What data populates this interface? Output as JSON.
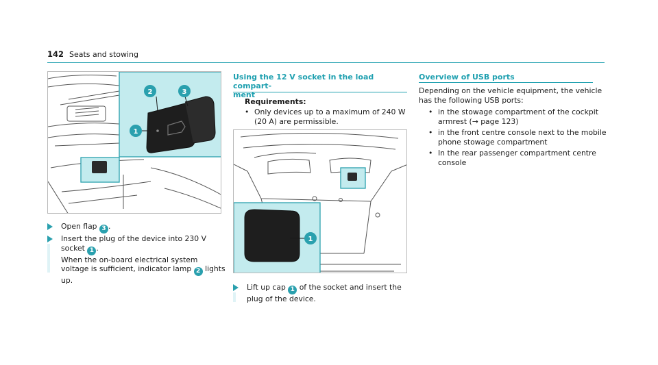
{
  "header": {
    "page_number": "142",
    "section_title": "Seats and stowing"
  },
  "left_column": {
    "steps": [
      {
        "before": "Open flap ",
        "ref": "3",
        "after": "."
      },
      {
        "before": "Insert the plug of the device into 230 V socket ",
        "ref": "1",
        "after": ".",
        "note_before": "When the on-board electrical system voltage is sufficient, indicator lamp ",
        "note_ref": "2",
        "note_after": " lights up."
      }
    ],
    "figure_callouts": [
      "2",
      "3",
      "1"
    ]
  },
  "middle_column": {
    "title_line1": "Using the 12 V socket in the load compart-",
    "title_line2": "ment",
    "requirements_heading": "Requirements:",
    "requirements": [
      {
        "line1": "Only devices up to a maximum of 240 W",
        "line2": "(20 A) are permissible."
      }
    ],
    "figure_callouts": [
      "1"
    ],
    "step": {
      "before": "Lift up cap ",
      "ref": "1",
      "after_line1": " of the socket and insert the",
      "line2": "plug of the device."
    }
  },
  "right_column": {
    "title": "Overview of USB ports",
    "intro_line1": "Depending on the vehicle equipment, the vehicle",
    "intro_line2": "has the following USB ports:",
    "bullets": [
      {
        "line1": "in the stowage compartment of the cockpit",
        "line2": "armrest (→ page 123)"
      },
      {
        "line1": "in the front centre console next to the mobile",
        "line2": "phone stowage compartment"
      },
      {
        "line1": "In the rear passenger compartment centre",
        "line2": "console"
      }
    ]
  },
  "colors": {
    "accent": "#2aa0ae",
    "highlight": "#c3ebee",
    "bar": "#dff3f6"
  }
}
